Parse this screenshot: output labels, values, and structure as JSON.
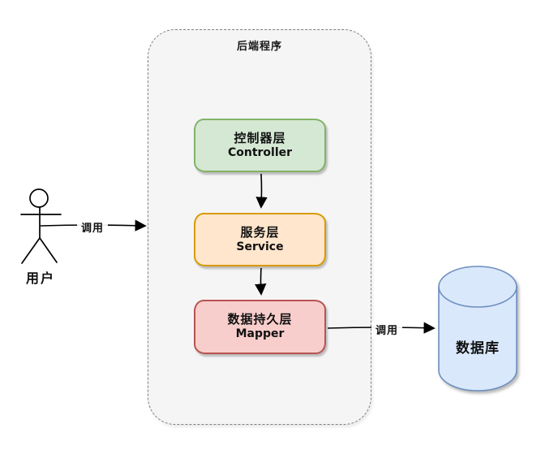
{
  "diagram": {
    "title": "后端程序",
    "container": {
      "label": "后端程序",
      "fill": "#f5f5f6",
      "border": "#7f7f7f"
    },
    "nodes": [
      {
        "id": "controller",
        "line1": "控制器层",
        "line2": "Controller",
        "fill": "#d5e8d4",
        "border": "#82b366"
      },
      {
        "id": "service",
        "line1": "服务层",
        "line2": "Service",
        "fill": "#ffe6cc",
        "border": "#d79b00"
      },
      {
        "id": "mapper",
        "line1": "数据持久层",
        "line2": "Mapper",
        "fill": "#f8cecc",
        "border": "#b85450"
      }
    ],
    "actor": {
      "label": "用户"
    },
    "database": {
      "label": "数据库",
      "fill": "#dae8fc",
      "border": "#6c8ebf"
    },
    "edges": {
      "user_to_backend_label": "调用",
      "mapper_to_db_label": "调用",
      "arrow_color": "#000000"
    }
  }
}
